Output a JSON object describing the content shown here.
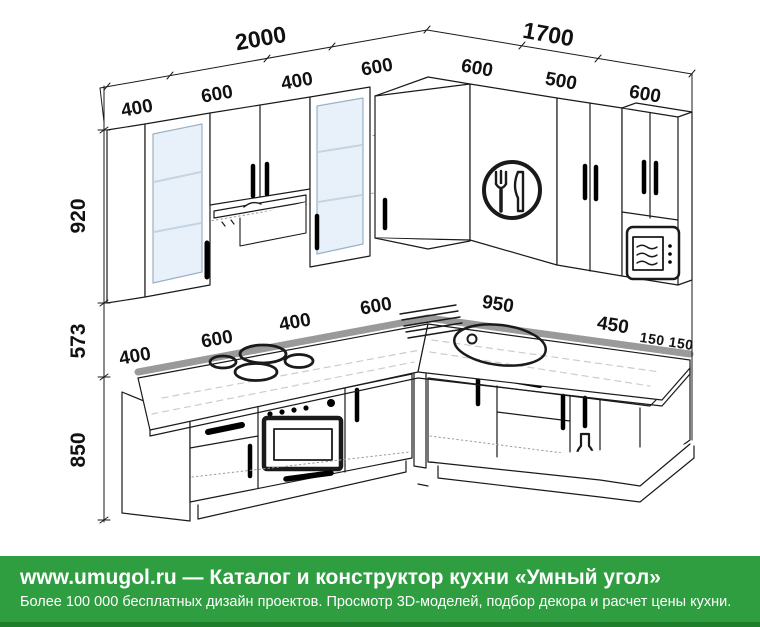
{
  "drawing": {
    "dims": {
      "total_left": "2000",
      "total_right": "1700",
      "upper_left": [
        "400",
        "600",
        "400",
        "600"
      ],
      "upper_right": [
        "600",
        "500",
        "600"
      ],
      "base_left": [
        "400",
        "600",
        "400",
        "600"
      ],
      "base_right": [
        "950",
        "450"
      ],
      "base_right_end": "150 150",
      "height_upper": "920",
      "height_apron": "573",
      "height_base": "850"
    }
  },
  "icons": {
    "fork_knife_logo": "fork-knife-logo",
    "extractor_hood": "extractor-hood",
    "oven": "oven",
    "microwave": "microwave",
    "sink": "sink",
    "cooktop": "cooktop",
    "bottle_cargo": "bottle-cargo"
  },
  "colors": {
    "footer_green": "#2f9e41",
    "footer_green_dark": "#1f7e2c",
    "backsplash_gray": "#9a9a9a",
    "glass_blue": "#e8f1fa",
    "line": "#1a1a1a"
  },
  "footer": {
    "line1": "www.umugol.ru — Каталог и конструктор кухни «Умный угол»",
    "line2": "Более 100 000 бесплатных дизайн проектов. Просмотр 3D-моделей, подбор декора и расчет цены кухни."
  }
}
